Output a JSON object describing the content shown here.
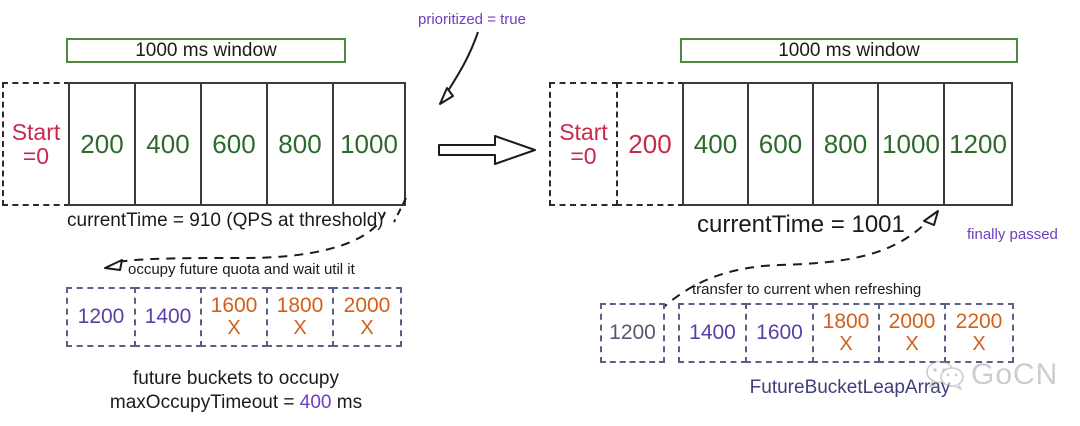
{
  "diagram": {
    "title_left": "1000 ms window",
    "title_right": "1000 ms window",
    "annotations": {
      "prioritized": "prioritized = true",
      "current_time_left": "currentTime = 910 (QPS at threshold)",
      "current_time_right": "currentTime = 1001",
      "occupy_note": "occupy future quota and wait util it",
      "transfer_note": "transfer to current when refreshing",
      "finally_passed": "finally passed",
      "future_buckets_caption": "future buckets to occupy",
      "max_occupy_prefix": "maxOccupyTimeout = ",
      "max_occupy_value": "400",
      "max_occupy_suffix": " ms",
      "future_array_caption": "FutureBucketLeapArray"
    },
    "left_panel": {
      "start_label_line1": "Start",
      "start_label_line2": "=0",
      "buckets": [
        {
          "value": "200",
          "style": "solid"
        },
        {
          "value": "400",
          "style": "solid"
        },
        {
          "value": "600",
          "style": "solid"
        },
        {
          "value": "800",
          "style": "solid"
        },
        {
          "value": "1000",
          "style": "solid"
        }
      ],
      "future_buckets": [
        {
          "value": "1200",
          "mark": "",
          "style": "pending"
        },
        {
          "value": "1400",
          "mark": "",
          "style": "pending"
        },
        {
          "value": "1600",
          "mark": "X",
          "style": "expired"
        },
        {
          "value": "1800",
          "mark": "X",
          "style": "expired"
        },
        {
          "value": "2000",
          "mark": "X",
          "style": "expired"
        }
      ]
    },
    "right_panel": {
      "start_label_line1": "Start",
      "start_label_line2": "=0",
      "buckets": [
        {
          "value": "200",
          "style": "dashed"
        },
        {
          "value": "400",
          "style": "solid"
        },
        {
          "value": "600",
          "style": "solid"
        },
        {
          "value": "800",
          "style": "solid"
        },
        {
          "value": "1000",
          "style": "solid"
        },
        {
          "value": "1200",
          "style": "solid"
        }
      ],
      "detached_future_bucket": {
        "value": "1200",
        "mark": "",
        "style": "plain"
      },
      "future_buckets": [
        {
          "value": "1400",
          "mark": "",
          "style": "pending"
        },
        {
          "value": "1600",
          "mark": "",
          "style": "pending"
        },
        {
          "value": "1800",
          "mark": "X",
          "style": "expired"
        },
        {
          "value": "2000",
          "mark": "X",
          "style": "expired"
        },
        {
          "value": "2200",
          "mark": "X",
          "style": "expired"
        }
      ]
    },
    "watermark": {
      "text": "GoCN",
      "icon": "wechat-icon"
    },
    "colors": {
      "window_border": "#4e8a3d",
      "bucket_value": "#2c6b2c",
      "start_text": "#c7294a",
      "future_pending": "#5b3fa8",
      "future_expired": "#d2601a",
      "annotation_purple": "#6b3fbf",
      "caption_navy": "#3f3f7a"
    }
  }
}
